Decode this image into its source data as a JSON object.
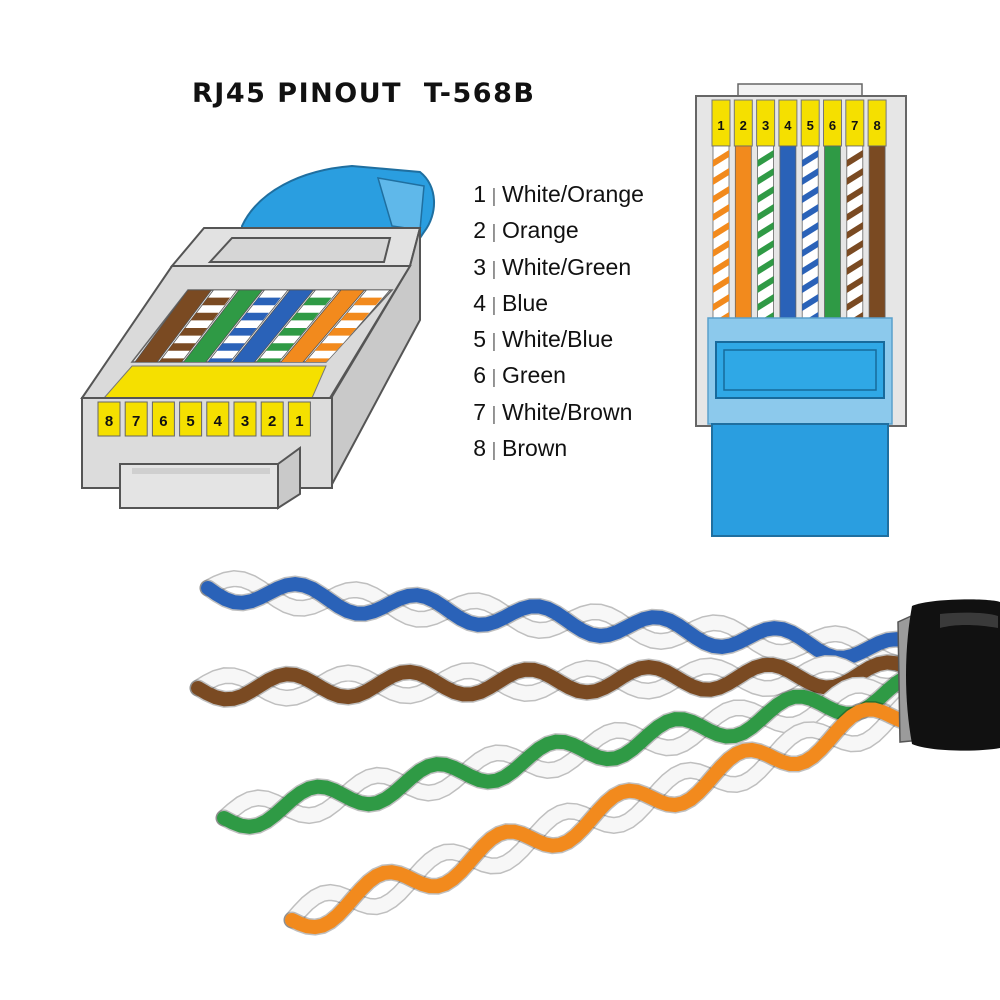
{
  "title": "RJ45 PINOUT  T-568B",
  "pinout": [
    {
      "pin": "1",
      "name": "White/Orange",
      "color": "#f28a1d",
      "striped": true
    },
    {
      "pin": "2",
      "name": "Orange",
      "color": "#f28a1d",
      "striped": false
    },
    {
      "pin": "3",
      "name": "White/Green",
      "color": "#2f9a45",
      "striped": true
    },
    {
      "pin": "4",
      "name": "Blue",
      "color": "#2a62b8",
      "striped": false
    },
    {
      "pin": "5",
      "name": "White/Blue",
      "color": "#2a62b8",
      "striped": true
    },
    {
      "pin": "6",
      "name": "Green",
      "color": "#2f9a45",
      "striped": false
    },
    {
      "pin": "7",
      "name": "White/Brown",
      "color": "#7a4a22",
      "striped": true
    },
    {
      "pin": "8",
      "name": "Brown",
      "color": "#7a4a22",
      "striped": false
    }
  ],
  "separator": "|",
  "colors": {
    "connector_body": "#dcdcdc",
    "contact_yellow": "#f5e000",
    "boot_blue": "#2a9ee0",
    "cable_jacket": "#111111"
  }
}
